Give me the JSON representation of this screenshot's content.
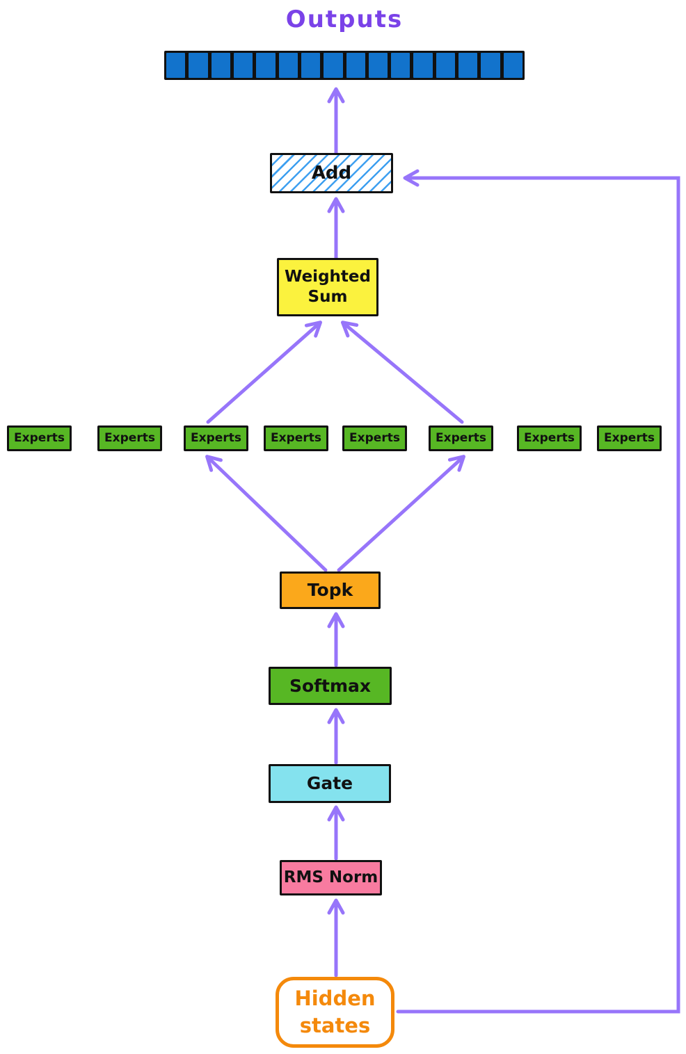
{
  "diagram": {
    "title": "Outputs",
    "outputs_bar": {
      "cell_count": 16
    },
    "nodes": {
      "add": {
        "label": "Add"
      },
      "weighted_sum": {
        "label": "Weighted Sum",
        "lines": [
          "Weighted",
          "Sum"
        ]
      },
      "experts": {
        "label": "Experts",
        "count": 8
      },
      "topk": {
        "label": "Topk"
      },
      "softmax": {
        "label": "Softmax"
      },
      "gate": {
        "label": "Gate"
      },
      "rms_norm": {
        "label": "RMS Norm"
      },
      "hidden_states": {
        "label": "Hidden states",
        "lines": [
          "Hidden",
          "states"
        ]
      }
    },
    "edges": [
      {
        "from": "Add",
        "to": "Outputs"
      },
      {
        "from": "Weighted Sum",
        "to": "Add"
      },
      {
        "from": "Experts (3rd)",
        "to": "Weighted Sum"
      },
      {
        "from": "Experts (6th)",
        "to": "Weighted Sum"
      },
      {
        "from": "Topk",
        "to": "Experts (3rd)"
      },
      {
        "from": "Topk",
        "to": "Experts (6th)"
      },
      {
        "from": "Softmax",
        "to": "Topk"
      },
      {
        "from": "Gate",
        "to": "Softmax"
      },
      {
        "from": "RMS Norm",
        "to": "Gate"
      },
      {
        "from": "Hidden states",
        "to": "RMS Norm"
      },
      {
        "from": "Hidden states",
        "to": "Add",
        "type": "residual-skip"
      }
    ]
  },
  "colors": {
    "arrow_purple": "#9775fa",
    "title_purple": "#7a42e8",
    "token_blue": "#1273cc",
    "hatch_blue": "#3d9ff0",
    "yellow": "#fbf23e",
    "green": "#57b724",
    "orange": "#fba81b",
    "cyan": "#84e2ee",
    "pink": "#f87ba0",
    "hidden_orange": "#f4890b",
    "border_black": "#111111"
  }
}
